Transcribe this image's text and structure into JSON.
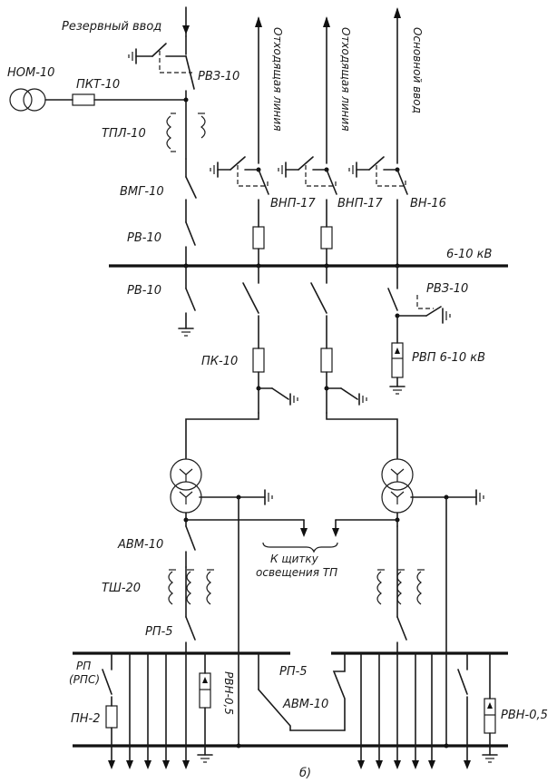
{
  "labels": {
    "reserve_input": "Резервный ввод",
    "ndm": "НОМ-10",
    "pkt": "ПКТ-10",
    "rvz_top": "РВЗ-10",
    "tpl": "ТПЛ-10",
    "vmg": "ВМГ-10",
    "rv_upper": "РВ-10",
    "rv_lower": "РВ-10",
    "outgoing_1": "Отходящая линия",
    "outgoing_2": "Отходящая линия",
    "main_input": "Основной ввод",
    "vnp_1": "ВНП-17",
    "vnp_2": "ВНП-17",
    "vn": "ВН-16",
    "voltage": "6-10 кВ",
    "rvz_right": "РВЗ-10",
    "rvp": "РВП 6-10 кВ",
    "pk": "ПК-10",
    "avm_left": "АВМ-10",
    "lighting_panel": "К щитку освещения ТП",
    "tsh": "ТШ-20",
    "rp_left": "РП-5",
    "rp_rps": "РП (РПС)",
    "pn": "ПН-2",
    "rvn_left": "РВН-0,5",
    "rp_mid": "РП-5",
    "avm_mid": "АВМ-10",
    "rvn_right": "РВН-0,5",
    "figure_label": "б)"
  }
}
